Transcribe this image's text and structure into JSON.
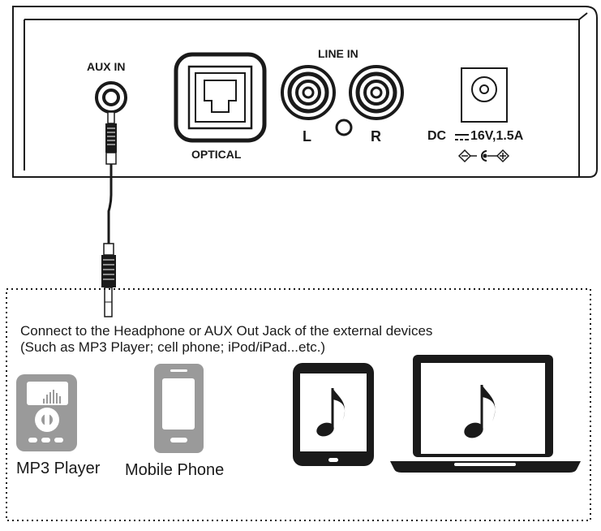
{
  "panel": {
    "aux_label": "AUX IN",
    "optical_label": "OPTICAL",
    "line_in_label": "LINE IN",
    "left_label": "L",
    "right_label": "R",
    "dc_prefix": "DC",
    "dc_rating": "16V,1.5A"
  },
  "caption": {
    "line1": "Connect to the Headphone or AUX Out  Jack of the external devices",
    "line2": "(Such as MP3 Player; cell phone; iPod/iPad...etc.)"
  },
  "devices": [
    {
      "name": "MP3 Player",
      "icon": "mp3-player-icon"
    },
    {
      "name": "Mobile Phone",
      "icon": "mobile-phone-icon"
    },
    {
      "name": "",
      "icon": "tablet-music-icon"
    },
    {
      "name": "",
      "icon": "laptop-music-icon"
    }
  ],
  "colors": {
    "line": "#1a1a1a",
    "device_gray": "#9a9a9a",
    "screen": "#ffffff"
  }
}
